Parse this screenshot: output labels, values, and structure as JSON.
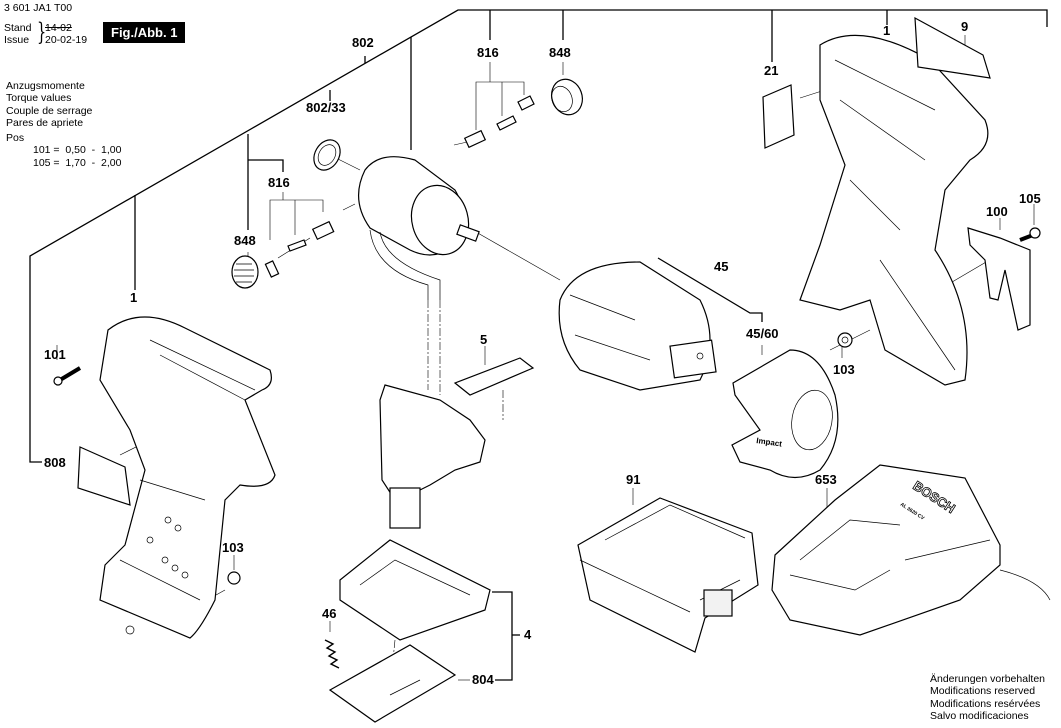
{
  "header": {
    "document_number": "3 601 JA1 T00",
    "stand_label": "Stand",
    "issue_label": "Issue",
    "old_date": "14-02",
    "issue_date": "20-02-19",
    "figure_label": "Fig./Abb. 1"
  },
  "torque_table": {
    "titles": [
      "Anzugsmomente",
      "Torque values",
      "Couple de serrage",
      "Pares de apriete"
    ],
    "pos_label": "Pos",
    "rows": [
      {
        "pos": "101",
        "min": "0,50",
        "max": "1,00",
        "text": "101 =  0,50  -  1,00"
      },
      {
        "pos": "105",
        "min": "1,70",
        "max": "2,00",
        "text": "105 =  1,70  -  2,00"
      }
    ]
  },
  "callouts": {
    "c802": "802",
    "c802_33": "802/33",
    "c816_top": "816",
    "c848_top": "848",
    "c816_left": "816",
    "c848_left": "848",
    "c1_left": "1",
    "c1_right": "1",
    "c9": "9",
    "c21": "21",
    "c101": "101",
    "c808": "808",
    "c103_left": "103",
    "c103_right": "103",
    "c5": "5",
    "c45": "45",
    "c45_60": "45/60",
    "c100": "100",
    "c105": "105",
    "c91": "91",
    "c653": "653",
    "c46": "46",
    "c4": "4",
    "c804": "804"
  },
  "part_markings": {
    "impact_cover_text": "Impact",
    "charger_brand": "BOSCH",
    "charger_model": "AL 3620 CV"
  },
  "notice": {
    "lines": [
      "Änderungen vorbehalten",
      "Modifications reserved",
      "Modifications resérvées",
      "Salvo modificaciones"
    ]
  }
}
